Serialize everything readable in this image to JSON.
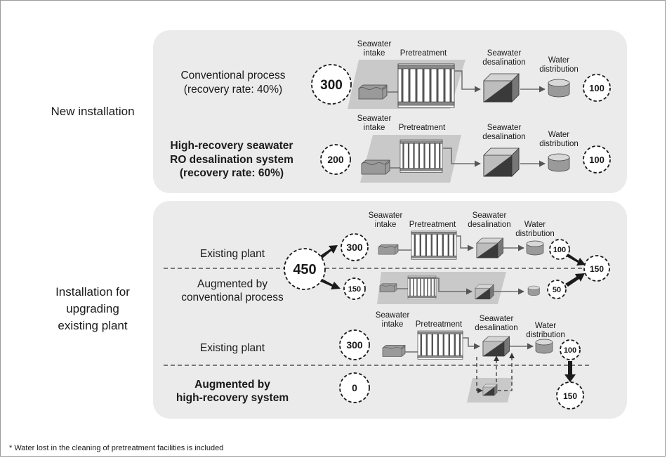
{
  "labels": {
    "new_installation": "New installation",
    "upgrading": [
      "Installation for",
      "upgrading",
      "existing plant"
    ],
    "conventional": [
      "Conventional process",
      "(recovery rate: 40%)"
    ],
    "high_recovery": [
      "High-recovery seawater",
      "RO desalination system",
      "(recovery rate: 60%)"
    ],
    "existing_plant": "Existing plant",
    "augmented_conventional": [
      "Augmented by",
      "conventional process"
    ],
    "augmented_high": [
      "Augmented by",
      "high-recovery system"
    ],
    "footnote": "* Water lost in the cleaning of pretreatment facilities is included"
  },
  "stages": {
    "intake": [
      "Seawater",
      "intake"
    ],
    "pretreatment": "Pretreatment",
    "desalination": [
      "Seawater",
      "desalination"
    ],
    "distribution": [
      "Water",
      "distribution"
    ]
  },
  "values": {
    "conv_in": "300",
    "conv_out": "100",
    "hr_in": "200",
    "hr_out": "100",
    "c_total": "450",
    "c_exist_in": "300",
    "c_aug_in": "150",
    "c_exist_out": "100",
    "c_aug_out": "50",
    "c_sum": "150",
    "d_exist_in": "300",
    "d_aug_in": "0",
    "d_exist_out": "100",
    "d_sum": "150"
  }
}
